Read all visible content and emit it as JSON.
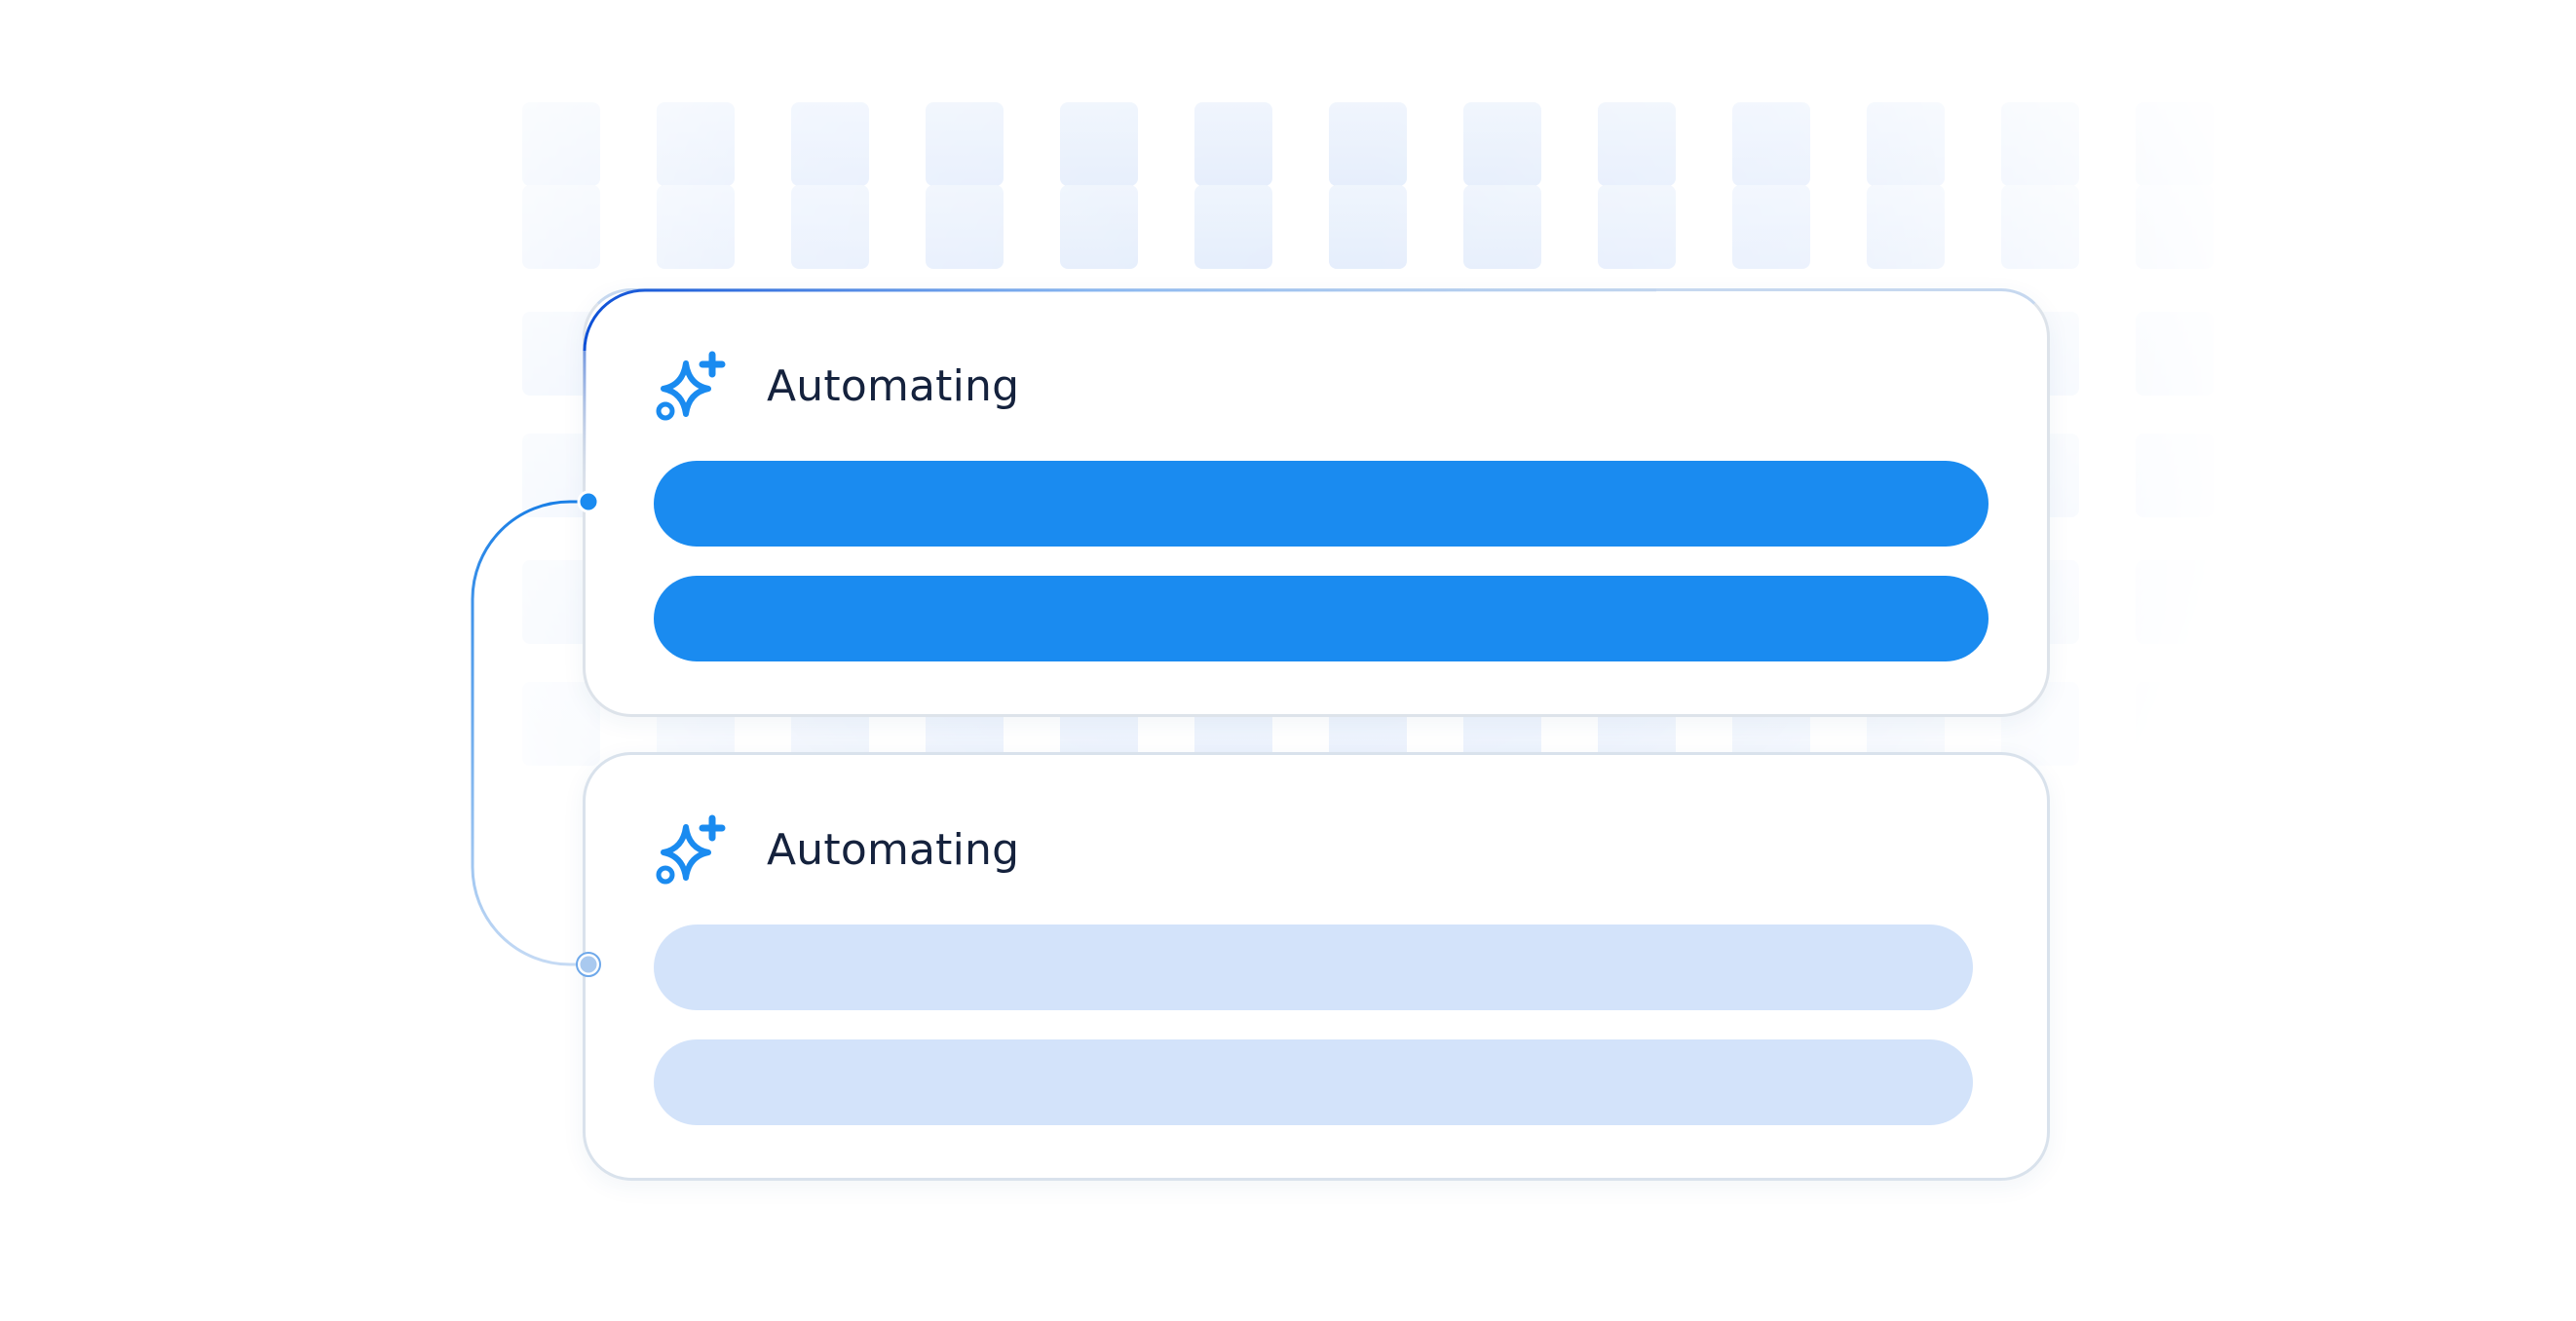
{
  "colors": {
    "accent": "#1a8bf0",
    "accent_dark": "#0c4fd6",
    "pending": "#d3e3fa",
    "card_border": "#dde3ea",
    "title_text": "#15223d",
    "grid_tile": "#e6effd"
  },
  "steps": [
    {
      "icon": "sparkle-icon",
      "title": "Automating",
      "status": "active"
    },
    {
      "icon": "sparkle-icon",
      "title": "Automating",
      "status": "pending"
    }
  ]
}
